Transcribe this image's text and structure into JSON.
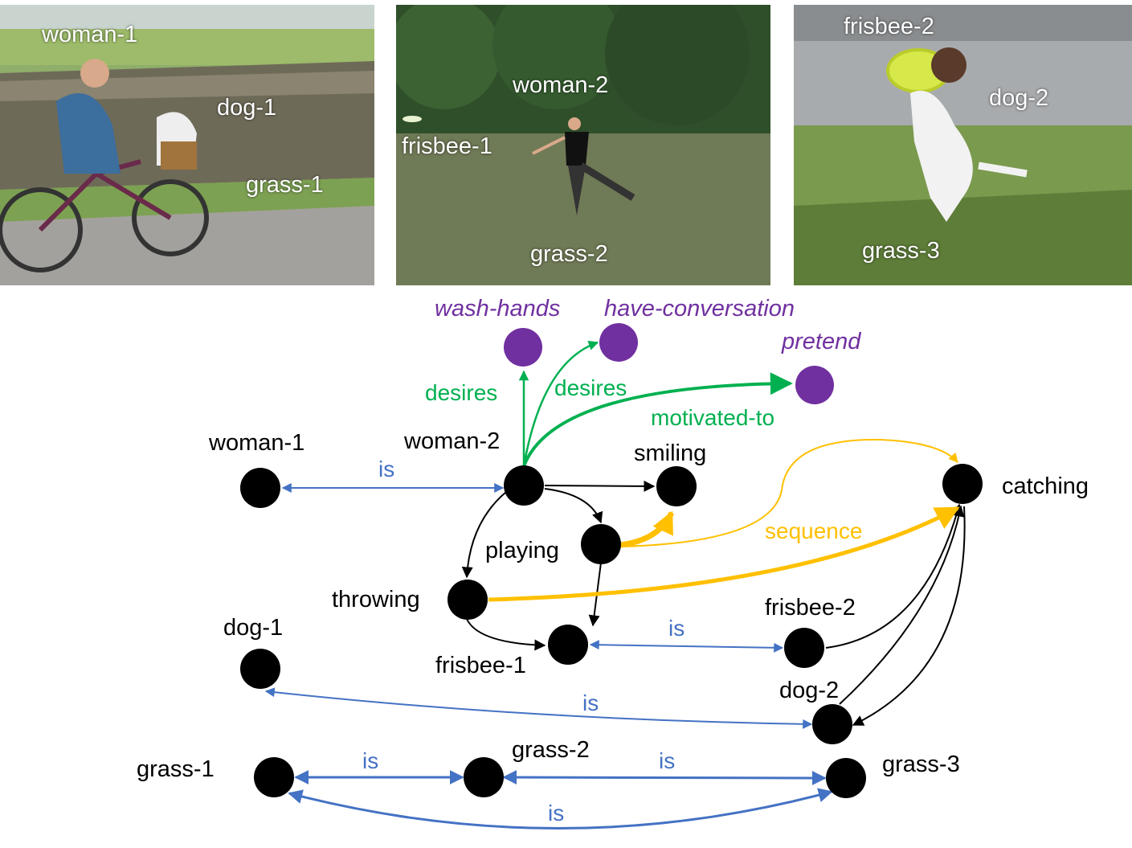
{
  "photos": [
    {
      "id": "photo-1",
      "labels": [
        "woman-1",
        "dog-1",
        "grass-1"
      ]
    },
    {
      "id": "photo-2",
      "labels": [
        "woman-2",
        "frisbee-1",
        "grass-2"
      ]
    },
    {
      "id": "photo-3",
      "labels": [
        "frisbee-2",
        "dog-2",
        "grass-3"
      ]
    }
  ],
  "colors": {
    "is": "#4472c4",
    "desires": "#00b050",
    "sequence": "#ffc000",
    "concept": "#7030a0",
    "node": "#000000"
  },
  "graph": {
    "nodes": [
      {
        "id": "woman-1",
        "label": "woman-1"
      },
      {
        "id": "woman-2",
        "label": "woman-2"
      },
      {
        "id": "smiling",
        "label": "smiling"
      },
      {
        "id": "catching",
        "label": "catching"
      },
      {
        "id": "playing",
        "label": "playing"
      },
      {
        "id": "throwing",
        "label": "throwing"
      },
      {
        "id": "dog-1",
        "label": "dog-1"
      },
      {
        "id": "frisbee-1",
        "label": "frisbee-1"
      },
      {
        "id": "frisbee-2",
        "label": "frisbee-2"
      },
      {
        "id": "dog-2",
        "label": "dog-2"
      },
      {
        "id": "grass-1",
        "label": "grass-1"
      },
      {
        "id": "grass-2",
        "label": "grass-2"
      },
      {
        "id": "grass-3",
        "label": "grass-3"
      }
    ],
    "concepts": [
      {
        "id": "wash-hands",
        "label": "wash-hands"
      },
      {
        "id": "have-conversation",
        "label": "have-conversation"
      },
      {
        "id": "pretend",
        "label": "pretend"
      }
    ],
    "edge_labels": {
      "is": "is",
      "desires": "desires",
      "motivated_to": "motivated-to",
      "sequence": "sequence"
    }
  }
}
